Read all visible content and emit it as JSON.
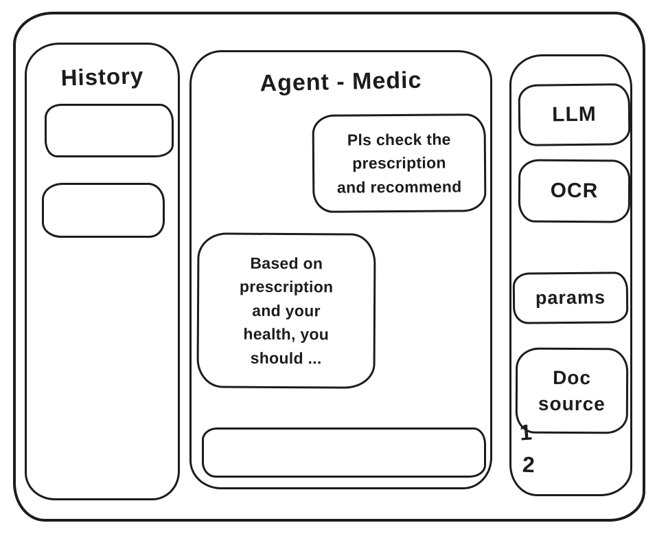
{
  "window": {
    "background": "#ffffff",
    "stroke_color": "#1c1c1c"
  },
  "history_panel": {
    "title": "History",
    "items": [
      {
        "label": ""
      },
      {
        "label": ""
      }
    ]
  },
  "chat_panel": {
    "title": "Agent - Medic",
    "messages": [
      {
        "role": "user",
        "text": "Pls check the\nprescription\nand recommend"
      },
      {
        "role": "agent",
        "text": "Based on\nprescription\nand your\nhealth, you\nshould ..."
      }
    ],
    "input": {
      "value": "",
      "placeholder": ""
    }
  },
  "tools_panel": {
    "buttons": [
      {
        "id": "llm",
        "label": "LLM"
      },
      {
        "id": "ocr",
        "label": "OCR"
      },
      {
        "id": "params",
        "label": "params"
      },
      {
        "id": "doc-source",
        "label": "Doc\nsource"
      }
    ],
    "doc_sources": [
      "1",
      "2"
    ]
  }
}
